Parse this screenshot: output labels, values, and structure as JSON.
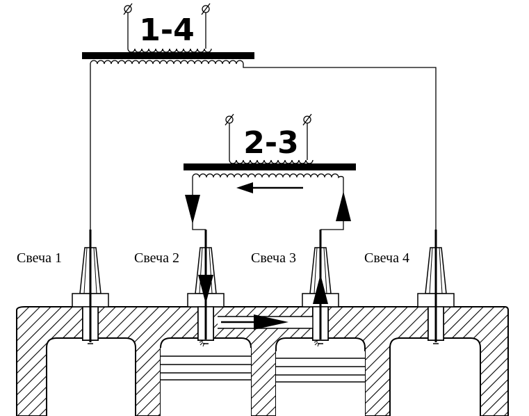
{
  "coils": [
    {
      "id": "coil-1-4",
      "label": "1-4"
    },
    {
      "id": "coil-2-3",
      "label": "2-3"
    }
  ],
  "plugs": [
    {
      "id": "plug-1",
      "label": "Свеча 1"
    },
    {
      "id": "plug-2",
      "label": "Свеча 2"
    },
    {
      "id": "plug-3",
      "label": "Свеча 3"
    },
    {
      "id": "plug-4",
      "label": "Свеча 4"
    }
  ],
  "colors": {
    "ink": "#000000",
    "background": "#ffffff"
  }
}
